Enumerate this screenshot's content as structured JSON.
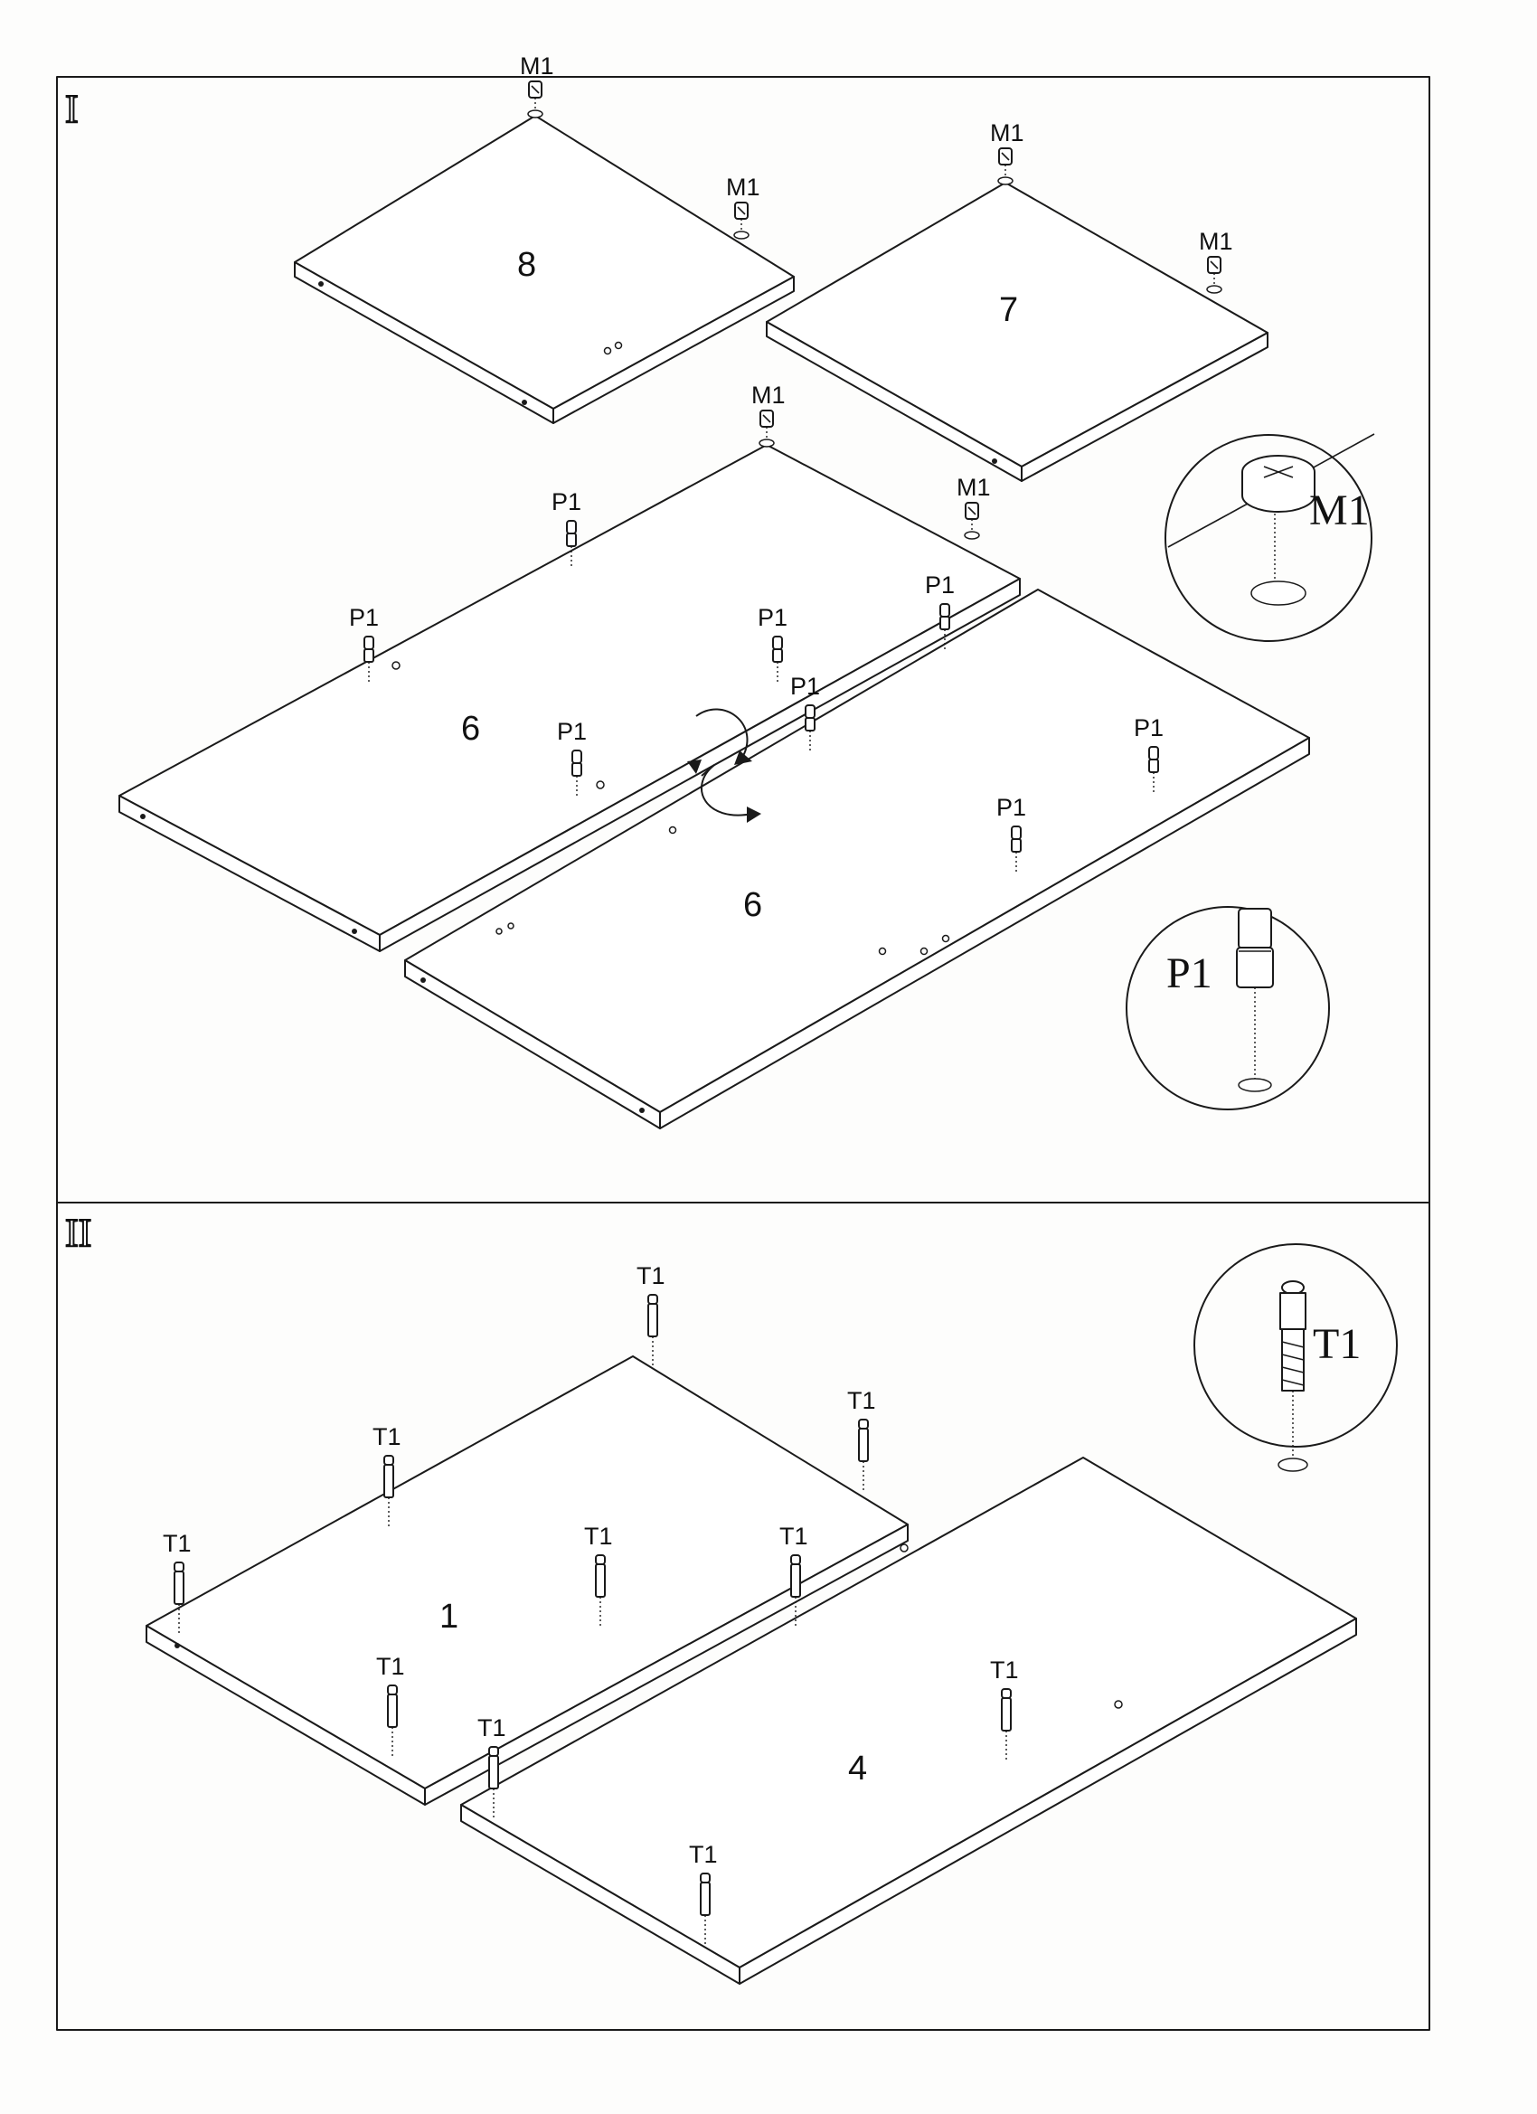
{
  "steps": [
    {
      "numeral": "I",
      "panels": [
        "8",
        "7",
        "6",
        "6"
      ],
      "hardware_labels": {
        "cam": "M1",
        "pin": "P1"
      },
      "details": [
        {
          "label": "M1"
        },
        {
          "label": "P1"
        }
      ]
    },
    {
      "numeral": "II",
      "panels": [
        "1",
        "4"
      ],
      "hardware_labels": {
        "screw": "T1"
      },
      "details": [
        {
          "label": "T1"
        }
      ]
    }
  ],
  "colors": {
    "ink": "#1a1a1a",
    "paper": "#fdfdfc"
  }
}
